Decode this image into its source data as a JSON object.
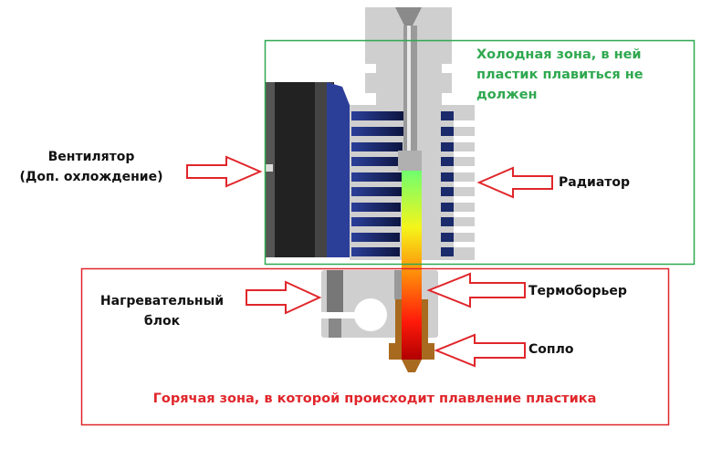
{
  "labels": {
    "cold_zone": [
      "Холодная зона, в ней",
      "пластик плавиться не",
      "должен"
    ],
    "fan": [
      "Вентилятор",
      "(Доп. охлождение)"
    ],
    "radiator": "Радиатор",
    "heater_block": [
      "Нагревательный",
      "блок"
    ],
    "heat_break": "Термоборьер",
    "nozzle": "Сопло",
    "hot_zone": "Горячая зона, в которой происходит плавление пластика"
  },
  "colors": {
    "cold_zone": "#2fa84f",
    "hot_zone": "#e0262b",
    "arrow": "#e0262b",
    "metal": "#cfcfcf",
    "fan_blue": "#2b3f99",
    "brass": "#a86a1e"
  }
}
